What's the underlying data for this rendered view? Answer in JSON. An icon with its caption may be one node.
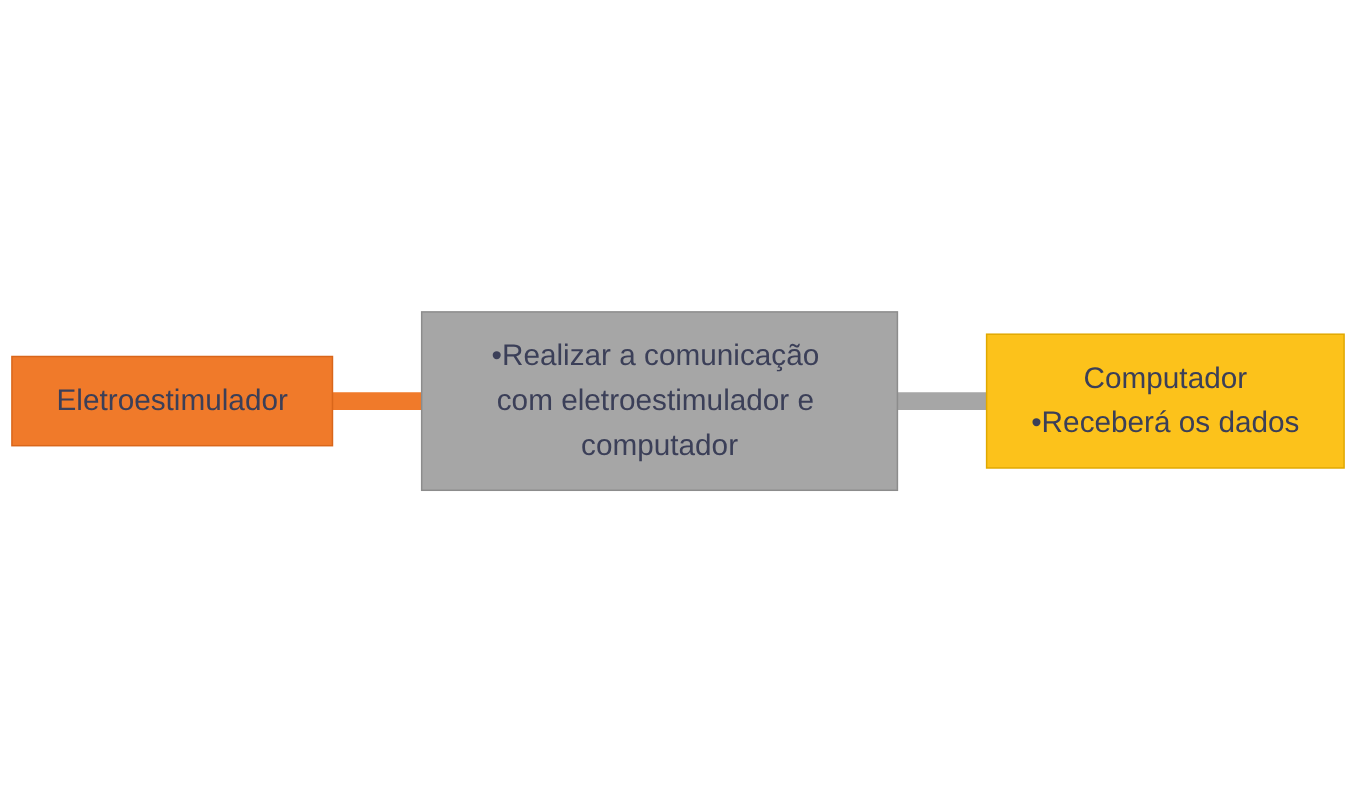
{
  "diagram": {
    "nodes": [
      {
        "text": [
          "Eletroestimulador"
        ]
      },
      {
        "text": [
          "•Realizar a comunicação com eletroestimulador e computador"
        ]
      },
      {
        "text": [
          "Computador",
          "•Receberá os dados"
        ]
      }
    ],
    "edges": [
      {
        "from": 0,
        "to": 1,
        "arrow": "none",
        "color": "#f07a2a"
      },
      {
        "from": 1,
        "to": 2,
        "arrow": "none",
        "color": "#a6a6a6"
      }
    ]
  }
}
